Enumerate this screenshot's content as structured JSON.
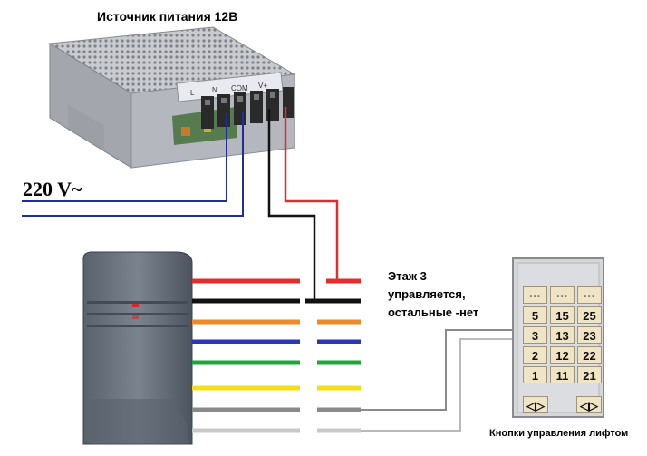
{
  "title": "Источник питания 12В",
  "mains_label": "220 V~",
  "note": [
    "Этаж 3",
    "управляется,",
    "остальные -нет"
  ],
  "panel_caption": "Кнопки управления лифтом",
  "psu_terminals": [
    "L",
    "N",
    "COM",
    "V+"
  ],
  "keypad": {
    "rows": [
      [
        "···",
        "···",
        "···"
      ],
      [
        "5",
        "15",
        "25"
      ],
      [
        "3",
        "13",
        "23"
      ],
      [
        "2",
        "12",
        "22"
      ],
      [
        "1",
        "11",
        "21"
      ]
    ],
    "door_keys": [
      "◁▷",
      "◁▷"
    ]
  },
  "wire_colors": {
    "red": "#e32d2d",
    "black": "#111111",
    "orange": "#ee8a2a",
    "blue": "#2c36b8",
    "green": "#1ba936",
    "yellow": "#f3df17",
    "gray": "#8a8a8a",
    "lightgray": "#c8c8c8",
    "mains": "#1f2f9a"
  }
}
